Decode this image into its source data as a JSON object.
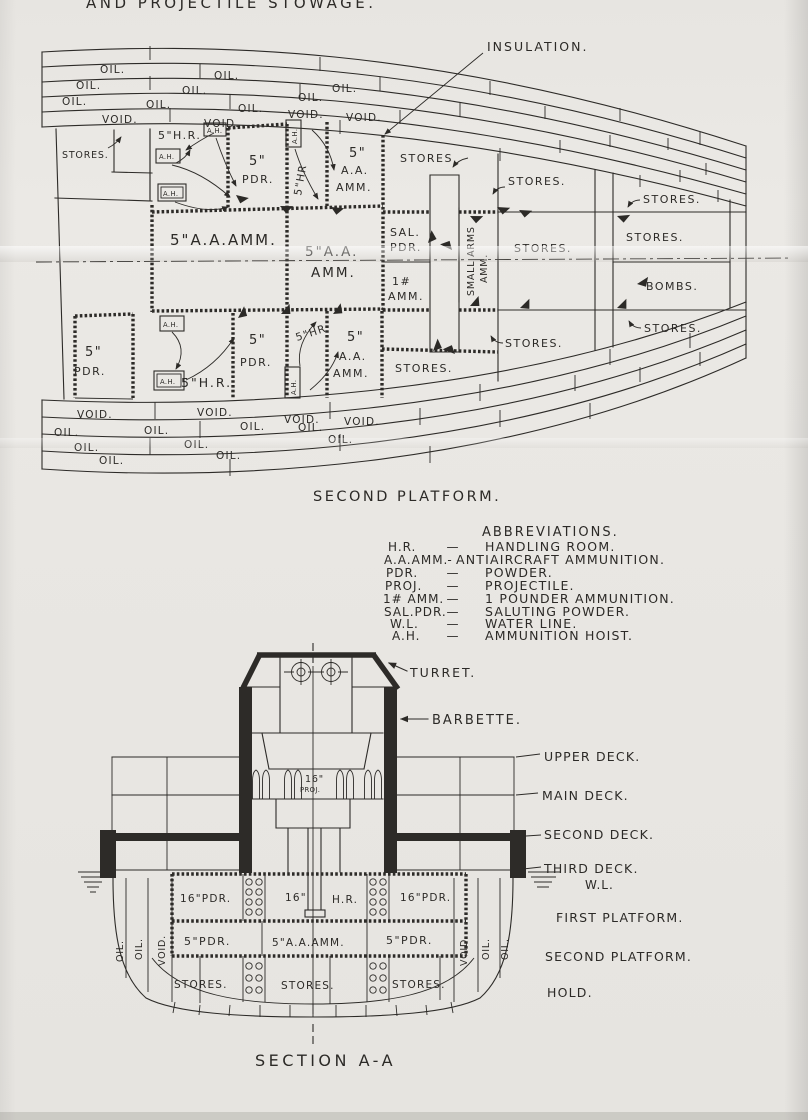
{
  "page": {
    "top_title": "AND PROJECTILE STOWAGE."
  },
  "labels": {
    "oil": "OIL.",
    "void": "VOID.",
    "stores": "STORES.",
    "bombs": "BOMBS.",
    "ah": "A.H.",
    "insulation": "INSULATION.",
    "hr5": "5\"H.R.",
    "hr5_rot": "5\"HR",
    "in5": "5\"",
    "pdr": "PDR.",
    "aa": "A.A.",
    "amm": "AMM.",
    "aa_wide": "5\"A.A.AMM.",
    "aa_c1": "5\"A.A.",
    "sal": "SAL.",
    "one": "1#",
    "small_arms_1": "SMALL ARMS",
    "small_arms_2": "AMM."
  },
  "plan": {
    "caption": "SECOND PLATFORM."
  },
  "abbreviations": {
    "title": "ABBREVIATIONS.",
    "items": [
      {
        "abbr": "H.R.",
        "sep": "—",
        "meaning": "HANDLING ROOM."
      },
      {
        "abbr": "A.A.AMM.",
        "sep": "-",
        "meaning": "ANTIAIRCRAFT AMMUNITION."
      },
      {
        "abbr": "PDR.",
        "sep": "—",
        "meaning": "POWDER."
      },
      {
        "abbr": "PROJ.",
        "sep": "—",
        "meaning": "PROJECTILE."
      },
      {
        "abbr": "1# AMM.",
        "sep": "—",
        "meaning": "1 POUNDER AMMUNITION."
      },
      {
        "abbr": "SAL.PDR.",
        "sep": "—",
        "meaning": "SALUTING POWDER."
      },
      {
        "abbr": "W.L.",
        "sep": "—",
        "meaning": "WATER LINE."
      },
      {
        "abbr": "A.H.",
        "sep": "—",
        "meaning": "AMMUNITION HOIST."
      }
    ]
  },
  "section": {
    "caption": "SECTION A-A",
    "turret": "TURRET.",
    "barbette": "BARBETTE.",
    "decks": [
      "UPPER DECK.",
      "MAIN DECK.",
      "SECOND DECK.",
      "THIRD DECK.",
      "W.L.",
      "FIRST PLATFORM.",
      "SECOND PLATFORM.",
      "HOLD."
    ],
    "pdr16": "16\"PDR.",
    "in16": "16\"",
    "hr": "H.R.",
    "proj": "PROJ.",
    "pdr5": "5\"PDR.",
    "aa5": "5\"A.A.AMM.",
    "stores": "STORES.",
    "oil": "OIL.",
    "void": "VOID."
  }
}
